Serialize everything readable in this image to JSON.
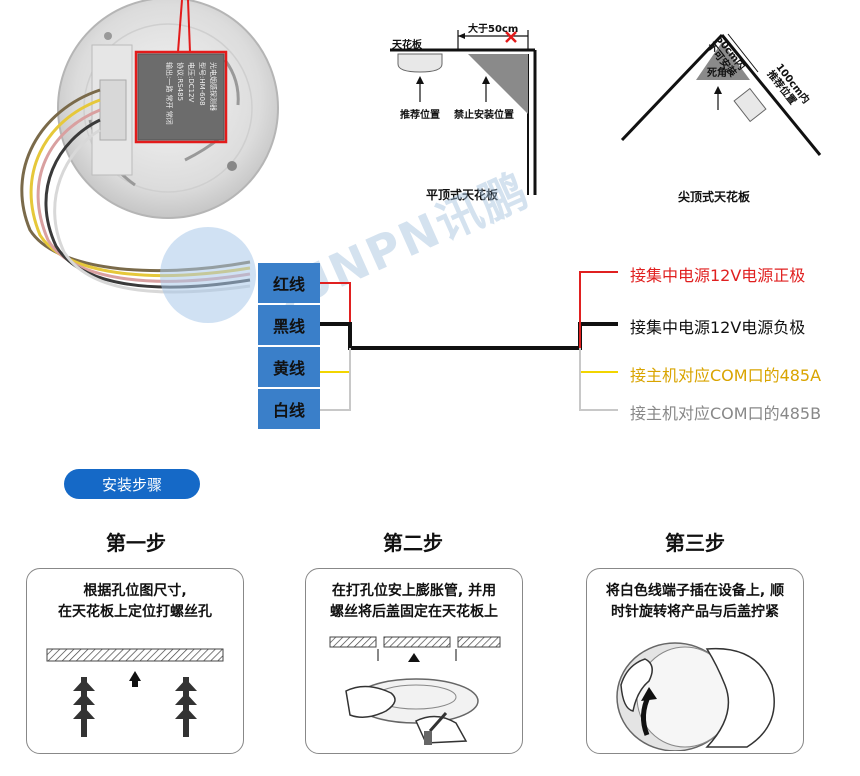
{
  "diagrams": {
    "flat": {
      "ceiling_label": "天花板",
      "distance_label": "大于50cm",
      "recommended_label": "推荐位置",
      "forbidden_label": "禁止安装位置",
      "caption": "平顶式天花板"
    },
    "peaked": {
      "left_note_line1": "50cm内",
      "left_note_line2": "不可安装",
      "dead_corner_label": "死角",
      "right_note_line1": "100cm内",
      "right_note_line2": "推荐位置",
      "caption": "尖顶式天花板"
    }
  },
  "device_label_text": [
    "光电烟感探测器",
    "型号:HM-608",
    "电压:DC12V",
    "协议:RS485",
    "输出:一路 常开 常闭"
  ],
  "watermark": "SUNPN讯鹏",
  "wiring": [
    {
      "label": "红线",
      "connection": "接集中电源12V电源正极",
      "color": "#e02020",
      "text_color": "#e02020"
    },
    {
      "label": "黑线",
      "connection": "接集中电源12V电源负极",
      "color": "#111111",
      "text_color": "#111111"
    },
    {
      "label": "黄线",
      "connection": "接主机对应COM口的485A",
      "color": "#f2d500",
      "text_color": "#d9a400"
    },
    {
      "label": "白线",
      "connection": "接主机对应COM口的485B",
      "color": "#c8c8c8",
      "text_color": "#888888"
    }
  ],
  "section_title": "安装步骤",
  "steps": [
    {
      "title": "第一步",
      "line1": "根据孔位图尺寸,",
      "line2": "在天花板上定位打螺丝孔"
    },
    {
      "title": "第二步",
      "line1": "在打孔位安上膨胀管, 并用",
      "line2": "螺丝将后盖固定在天花板上"
    },
    {
      "title": "第三步",
      "line1": "将白色线端子插在设备上, 顺",
      "line2": "时针旋转将产品与后盖拧紧"
    }
  ]
}
